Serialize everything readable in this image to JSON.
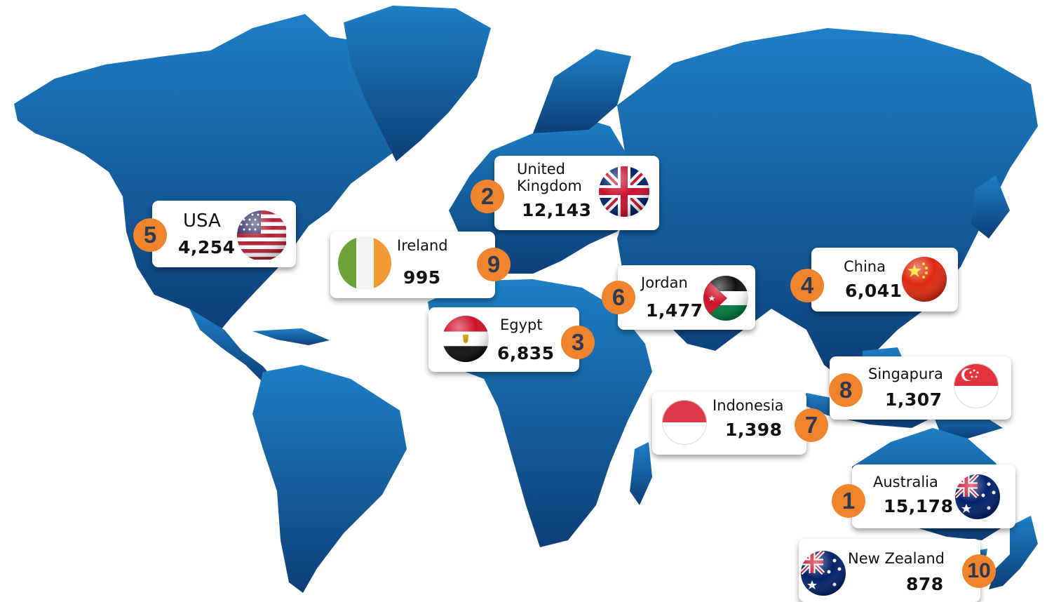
{
  "colors": {
    "land_top": "#1e7fc6",
    "land_bottom": "#0d3f78",
    "rank_badge": "#f0842c",
    "rank_text": "#2d3a52",
    "card": "#ffffff"
  },
  "countries": [
    {
      "rank": "1",
      "name": "Australia",
      "value": "15,178",
      "flag": "australia-flag"
    },
    {
      "rank": "2",
      "name": "United Kingdom",
      "value": "12,143",
      "flag": "uk-flag"
    },
    {
      "rank": "3",
      "name": "Egypt",
      "value": "6,835",
      "flag": "egypt-flag"
    },
    {
      "rank": "4",
      "name": "China",
      "value": "6,041",
      "flag": "china-flag"
    },
    {
      "rank": "5",
      "name": "USA",
      "value": "4,254",
      "flag": "usa-flag"
    },
    {
      "rank": "6",
      "name": "Jordan",
      "value": "1,477",
      "flag": "jordan-flag"
    },
    {
      "rank": "7",
      "name": "Indonesia",
      "value": "1,398",
      "flag": "indonesia-flag"
    },
    {
      "rank": "8",
      "name": "Singapura",
      "value": "1,307",
      "flag": "singapore-flag"
    },
    {
      "rank": "9",
      "name": "Ireland",
      "value": "995",
      "flag": "ireland-flag"
    },
    {
      "rank": "10",
      "name": "New Zealand",
      "value": "878",
      "flag": "new-zealand-flag"
    }
  ]
}
